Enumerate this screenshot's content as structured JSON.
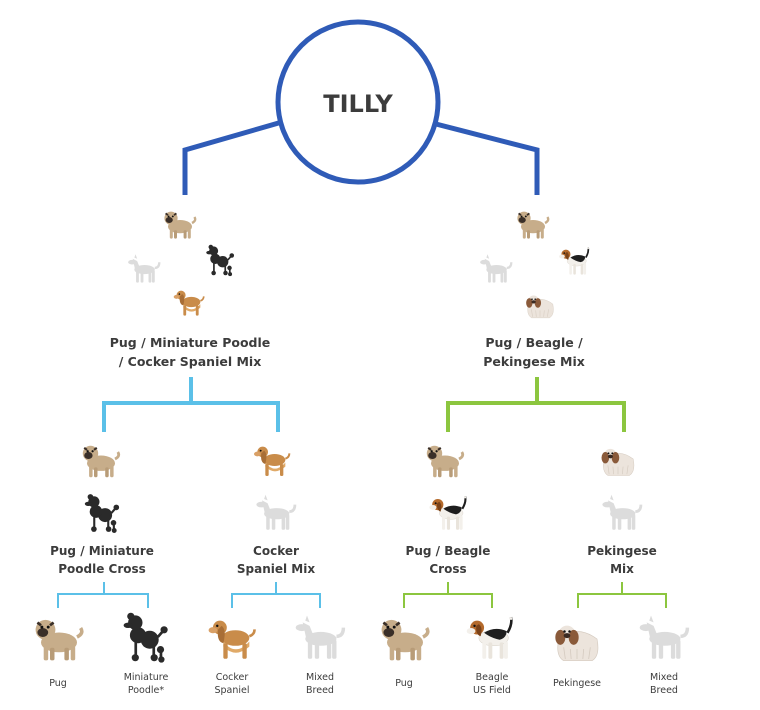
{
  "root": {
    "name": "TILLY"
  },
  "colors": {
    "root_line": "#2f5bb7",
    "left_line": "#5bc0e8",
    "right_line": "#8cc63f",
    "text": "#3c3c3c",
    "pug_body": "#c7ad8a",
    "pug_face": "#3a2f28",
    "poodle": "#2a2a2a",
    "cocker": "#c98c4a",
    "beagle_tan": "#b46a2c",
    "beagle_black": "#1e1e1e",
    "beagle_white": "#f3f0eb",
    "pekingese": "#ece4dc",
    "pekingese_dark": "#8a5a3a",
    "silhouette": "#dcdcdc"
  },
  "parents": [
    {
      "line1": "Pug / Miniature Poodle",
      "line2": "/ Cocker Spaniel Mix",
      "icons": [
        "pug-icon",
        "poodle-icon",
        "silhouette-dog-icon",
        "cocker-spaniel-icon"
      ]
    },
    {
      "line1": "Pug / Beagle /",
      "line2": "Pekingese Mix",
      "icons": [
        "pug-icon",
        "beagle-icon",
        "silhouette-dog-icon",
        "pekingese-icon"
      ]
    }
  ],
  "grandparents": [
    {
      "line1": "Pug / Miniature",
      "line2": "Poodle Cross",
      "icons": [
        "pug-icon",
        "poodle-icon"
      ]
    },
    {
      "line1": "Cocker",
      "line2": "Spaniel Mix",
      "icons": [
        "cocker-spaniel-icon",
        "silhouette-dog-icon"
      ]
    },
    {
      "line1": "Pug / Beagle",
      "line2": "Cross",
      "icons": [
        "pug-icon",
        "beagle-icon"
      ]
    },
    {
      "line1": "Pekingese",
      "line2": "Mix",
      "icons": [
        "pekingese-icon",
        "silhouette-dog-icon"
      ]
    }
  ],
  "leaves": [
    {
      "line1": "Pug",
      "line2": "",
      "icon": "pug-icon"
    },
    {
      "line1": "Miniature",
      "line2": "Poodle*",
      "icon": "poodle-icon"
    },
    {
      "line1": "Cocker",
      "line2": "Spaniel",
      "icon": "cocker-spaniel-icon"
    },
    {
      "line1": "Mixed",
      "line2": "Breed",
      "icon": "silhouette-dog-icon"
    },
    {
      "line1": "Pug",
      "line2": "",
      "icon": "pug-icon"
    },
    {
      "line1": "Beagle",
      "line2": "US Field",
      "icon": "beagle-icon"
    },
    {
      "line1": "Pekingese",
      "line2": "",
      "icon": "pekingese-icon"
    },
    {
      "line1": "Mixed",
      "line2": "Breed",
      "icon": "silhouette-dog-icon"
    }
  ]
}
